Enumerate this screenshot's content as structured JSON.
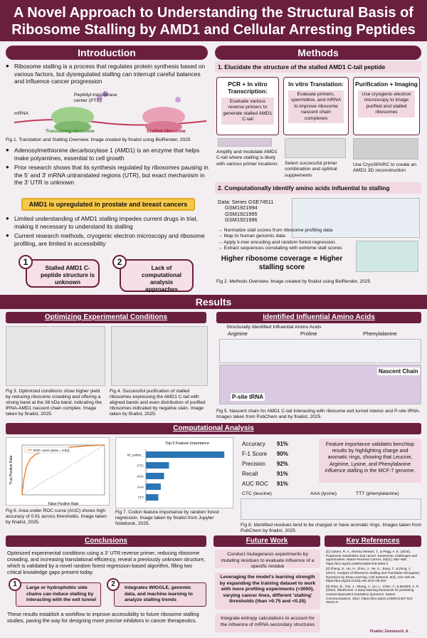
{
  "title": {
    "line1": "A Novel Approach to Understanding the Structural Basis of",
    "line2": "Ribosome Stalling by AMD1 and Cellular Arresting Peptides"
  },
  "colors": {
    "maroon": "#6b1f3f",
    "pink": "#f1d8e1",
    "yellow": "#f7c948",
    "accent_red": "#a3193b"
  },
  "intro": {
    "heading": "Introduction",
    "bullet1": "Ribosome stalling is a process that regulates protein synthesis based on various factors, but dysregulated stalling can interrupt careful balances and influence cancer progression",
    "fig_labels": {
      "ptc": "Peptidyl-transferase center (PTC)",
      "mrna": "mRNA",
      "translating": "Translating ribosome",
      "stalled": "Stalled ribosome"
    },
    "fig1_caption": "Fig 1. Translation and Stalling Overview. Image created by finalist using BioRender, 2025",
    "bullet2": "Adenosylmethionine decarboxylase 1 (AMD1) is an enzyme that helps make polyamines, essential to cell growth",
    "bullet3": "Prior research shows that its synthesis regulated by ribosomes pausing in the 5' and 3' mRNA untranslated regions (UTR), but exact mechanism in the 3' UTR is unknown",
    "highlight": "AMD1 is upregulated in prostate and breast cancers",
    "bullet4": "Limited understanding of AMD1 stalling impedes current drugs in trial, making it necessary to understand its stalling",
    "bullet5": "Current research methods, cryogenic electron microscopy and ribosome profiling, are limited in accessibility",
    "gap1_num": "1",
    "gap1": "Stalled AMD1 C-peptide structure is unknown",
    "gap2_num": "2",
    "gap2": "Lack of computational analysis approaches"
  },
  "methods": {
    "heading": "Methods",
    "step1": "1.   Elucidate the structure of the stalled AMD1 C-tail peptide",
    "card1_title": "PCR + In vitro Transcription:",
    "card1_body": "Evaluate various reverse primers to generate stalled AMD1 C-tail",
    "card2_title": "In vitro Translation:",
    "card2_body": "Evaluate primers, spermidine, and mRNA to improve ribosome nascent chain complexes",
    "card3_title": "Purification + Imaging",
    "card3_body": "Use cryogenic electron microscopy to image purified and stalled ribosomes",
    "note1": "Amplify and modulate AMD1 C-tail where stalling is likely with various primer locations",
    "note2": "Select successful primer combination and optimal supplements",
    "note3": "Use CryoSPARC to create an AMD1 3D reconstruction",
    "step2": "2.   Computationally identify amino acids influential to stalling",
    "data_label": "Data: Series GSE74511",
    "data_items": [
      "GSM1921994",
      "GSM1921995",
      "GSM1921996"
    ],
    "steps": [
      "→ Normalize stall scores from ribosome profiling data",
      "→ Map to human genomic data",
      "→ Apply k-mer encoding and random forest regression",
      "→ Extract sequences correlating with extreme stall scores"
    ],
    "formula": "Higher ribosome coverage ∝ Higher stalling score",
    "fig2_caption": "Fig 2. Methods Overview. Image created by finalist using BioRender, 2025"
  },
  "results": {
    "heading": "Results",
    "opt_heading": "Optimizing Experimental Conditions",
    "fig3_caption": "Fig 3. Optimized conditions show higher yield by reducing ribosome crowding and offering a strong band at the 38 kDa band, indicating the tRNA-AMD1 nascent chain complex. Image taken by finalist, 2025.",
    "fig4_caption": "Fig 4. Successful purification of stalled ribosomes expressing the AMD1 C-tail with aligned bands and even distribution of purified ribosomes indicated by negative stain. Image taken by finalist, 2025.",
    "aa_heading": "Identified Influential Amino Acids",
    "aa_sub": "Structurally Identified Influential Amino Acids",
    "aa": [
      "Arginine",
      "Proline",
      "Phenylalanine"
    ],
    "nascent_label": "Nascent Chain",
    "psite_label": "P-site tRNA",
    "fig5_caption": "Fig 5. Nascent chain for AMD1 C-tail interacting with ribosome exit tunnel interior and P-site tRNA. Images taken from PubChem and by finalist, 2025.",
    "comp_heading": "Computational Analysis",
    "fig6_caption": "Fig 6. Area under ROC curve (AUC) shows high accuracy of 0.91 across thresholds. Image taken by finalist, 2025.",
    "fig7_caption": "Fig 7. Codon feature importance by random forest regression. Image taken by finalist from Jupyter Notebook, 2025.",
    "metrics": [
      {
        "label": "Accuracy",
        "value": "91%"
      },
      {
        "label": "F-1 Score",
        "value": "90%"
      },
      {
        "label": "Precision",
        "value": "92%"
      },
      {
        "label": "Recall",
        "value": "91%"
      },
      {
        "label": "AUC ROC",
        "value": "91%"
      }
    ],
    "metrics_text": "Feature importance validates benchtop results by highlighting charge and aromatic rings, showing that Leucine, Arginine, Lysine, and Phenylalanine influence stalling in the MCF-7 genome.",
    "codons": [
      "CTC (leucine)",
      "AAA (lysine)",
      "TTT (phenylalanine)"
    ],
    "fig8_caption": "Fig 8. Identified residues tend to be charged or have aromatic rings. Images taken from PubChem by finalist, 2025."
  },
  "conclusions": {
    "heading": "Conclusions",
    "text": "Optimized experimental conditions using a 3' UTR reverse primer, reducing ribosome crowding, and increasing translational efficiency, reveal a previously unknown structure, which is validated by a novel random forest regression-based algorithm, filling two critical knowledge gaps present today.",
    "box1_num": "1",
    "box1": "Large or hydrophobic side chains can induce stalling by interacting with the exit tunnel",
    "box2_num": "2",
    "box2": "Integrates WIGGLE, genomic data, and machine learning to analyze stalling trends",
    "closing": "These results establish a workflow to improve accessibility to future ribosome stalling studies, paving the way for designing more precise inhibitors in cancer therapeutics."
  },
  "future": {
    "heading": "Future Work",
    "item1": "Conduct mutagenesis experiments by mutating residues to evaluate influence of a specific residue",
    "item2": "Leveraging the model's learning strength by expanding the training dataset to work with more profiling experiments (>3000), varying cancer lines, different 'stalling' thresholds (than >0.75 and <0.25)",
    "item3": "Integrate entropy calculations to account for the influence of mRNA secondary structures"
  },
  "refs": {
    "heading": "Key References",
    "items": [
      "[1] Casero, R. A., Murray Stewart, T., & Pegg, A. E. (2018). Polyamine metabolism and cancer: treatments, challenges and opportunities. Nature Reviews Cancer, 18(11), 681–695. https://doi.org/10.1038/s41568-018-0050-3",
      "[2] Zhang, S., Hu, H., Zhou, J., He, X., Jiang, T., & Zeng, J. (2017). Analysis of Ribosome Stalling and Translation Elongation Dynamics by Deep Learning. Cell Systems, 5(3), 212–220.e6. https://doi.org/10.1016/j.cels.2017.08.004",
      "[3] Shao, B., Yan, J., Zhang, J., Liu, L., Chen, Y., & Buskirk, A. R. (2024). Riboformer: a deep learning framework for predicting context-dependent translation dynamics. Nature Communications, 15(1). https://doi.org/10.1038/s41467-024-46241-8"
    ],
    "footer": "Finalist: Zemmouch, A."
  },
  "roc_chart": {
    "legend": "ROC curve (area = 0.91)",
    "xlabel": "False Positive Rate",
    "ylabel": "True Positive Rate",
    "points": [
      [
        0,
        0
      ],
      [
        0.02,
        0.3
      ],
      [
        0.05,
        0.55
      ],
      [
        0.1,
        0.72
      ],
      [
        0.15,
        0.8
      ],
      [
        0.25,
        0.87
      ],
      [
        0.4,
        0.92
      ],
      [
        0.6,
        0.96
      ],
      [
        0.8,
        0.985
      ],
      [
        1,
        1
      ]
    ]
  },
  "importance_chart": {
    "title": "Top 5 Feature Importance",
    "labels": [
      "trf_codon...",
      "CTC",
      "AGA",
      "AAA",
      "TTT"
    ],
    "values": [
      0.95,
      0.28,
      0.22,
      0.18,
      0.15
    ]
  }
}
